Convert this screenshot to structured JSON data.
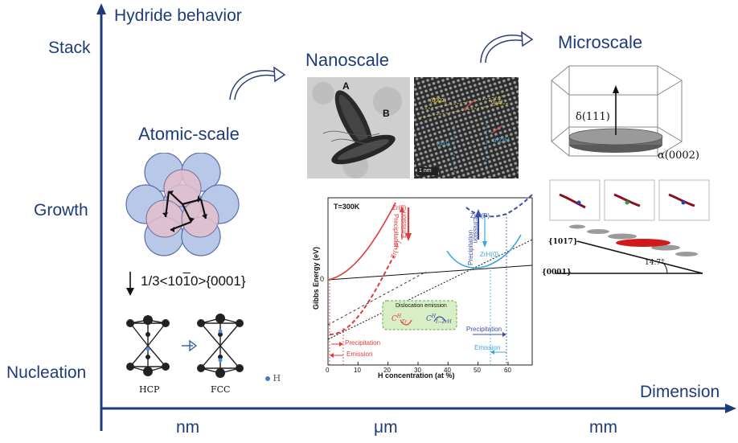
{
  "axes": {
    "y_title": "Hydride behavior",
    "x_title": "Dimension",
    "y_levels": [
      "Stack",
      "Growth",
      "Nucleation"
    ],
    "x_levels": [
      "nm",
      "μm",
      "mm"
    ],
    "color": "#1f3b7a"
  },
  "atomic": {
    "title": "Atomic-scale",
    "slip_notation": "1/3<10",
    "slip_bar": "1",
    "slip_notation_end": "0>{0001}",
    "hcp_label": "HCP",
    "fcc_label": "FCC",
    "h_label": "H"
  },
  "nano": {
    "title": "Nanoscale",
    "tem_label_a": "A",
    "tem_label_b": "B",
    "hrtem_scale": "1 nm",
    "hrtem_label_1": "α-Zr",
    "hrtem_label_2": "α-ZrH",
    "hrtem_label_3": "(0002)",
    "hrtem_label_4": "(001)"
  },
  "gibbs": {
    "temperature": "T=300K",
    "ylabel": "Gibbs Energy (eV)",
    "xlabel": "H concentration (at %)",
    "x_ticks": [
      "0",
      "10",
      "20",
      "30",
      "40",
      "50",
      "60"
    ],
    "y_tick": "0",
    "curve_labels": {
      "zr0": "Zr(0)",
      "zrmp": "Zr(−P)",
      "zrhp": "ZrH(P)",
      "zrh0": "ZrH(0)"
    },
    "arrow_labels": {
      "precip_red": "Precipitation",
      "emission_red": "Emission",
      "precip_blue": "Precipitation",
      "emission_blue": "Emission",
      "precip_bottom_red": "Precipitation",
      "emission_bottom_red": "Emission",
      "precip_bottom_blue": "Precipitation",
      "emission_bottom_blue": "Emission"
    },
    "dislocation_box": {
      "title": "Dislocation emission",
      "c1": "C",
      "c1_sup": "H",
      "c1_sub": "Zr",
      "c2": "C",
      "c2_sup": "H",
      "c2_sub": "I−ZrH"
    },
    "colors": {
      "red": "#e03a3a",
      "blue": "#3b4fa8",
      "cyan": "#39a7e0"
    }
  },
  "micro": {
    "title": "Microscale",
    "delta_label": "δ(111)",
    "alpha_label": "α(0002)",
    "plane_1": "{1017}",
    "plane_2": "{0001}",
    "angle": "14.7°"
  }
}
